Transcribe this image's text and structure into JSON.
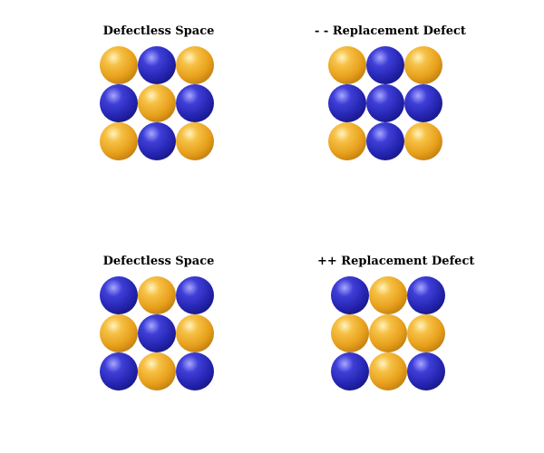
{
  "colors": {
    "orange_atom": "#e8a01c",
    "blue_atom": "#2424b0",
    "title_text": "#000000"
  },
  "panels": [
    {
      "title": "Defectless Space",
      "grid": [
        [
          "orange",
          "blue",
          "orange"
        ],
        [
          "blue",
          "orange",
          "blue"
        ],
        [
          "orange",
          "blue",
          "orange"
        ]
      ]
    },
    {
      "title": "- - Replacement Defect",
      "grid": [
        [
          "orange",
          "blue",
          "orange"
        ],
        [
          "blue",
          "blue",
          "blue"
        ],
        [
          "orange",
          "blue",
          "orange"
        ]
      ]
    },
    {
      "title": "Defectless Space",
      "grid": [
        [
          "blue",
          "orange",
          "blue"
        ],
        [
          "orange",
          "blue",
          "orange"
        ],
        [
          "blue",
          "orange",
          "blue"
        ]
      ]
    },
    {
      "title": "++ Replacement Defect",
      "grid": [
        [
          "blue",
          "orange",
          "blue"
        ],
        [
          "orange",
          "orange",
          "orange"
        ],
        [
          "blue",
          "orange",
          "blue"
        ]
      ]
    }
  ]
}
